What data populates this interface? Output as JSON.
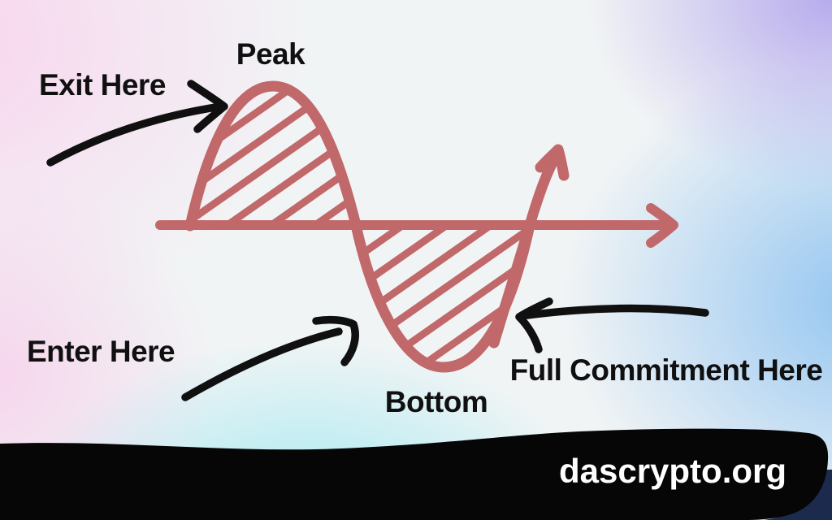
{
  "colors": {
    "wave": "#c1686a",
    "ink": "#101010",
    "footer-bg": "#060606",
    "footer-corner": "#1b2a4d",
    "footer-text": "#ffffff"
  },
  "labels": {
    "peak": "Peak",
    "exit": "Exit Here",
    "enter": "Enter Here",
    "bottom": "Bottom",
    "full_commitment": "Full Commitment Here"
  },
  "footer": {
    "site": "dascrypto.org"
  },
  "diagram": {
    "type": "market-cycle-sine-wave",
    "annotations": [
      {
        "label": "Exit Here",
        "points_to": "peak"
      },
      {
        "label": "Enter Here",
        "points_to": "bottom"
      },
      {
        "label": "Full Commitment Here",
        "points_to": "bottom-right-recovery"
      }
    ]
  }
}
